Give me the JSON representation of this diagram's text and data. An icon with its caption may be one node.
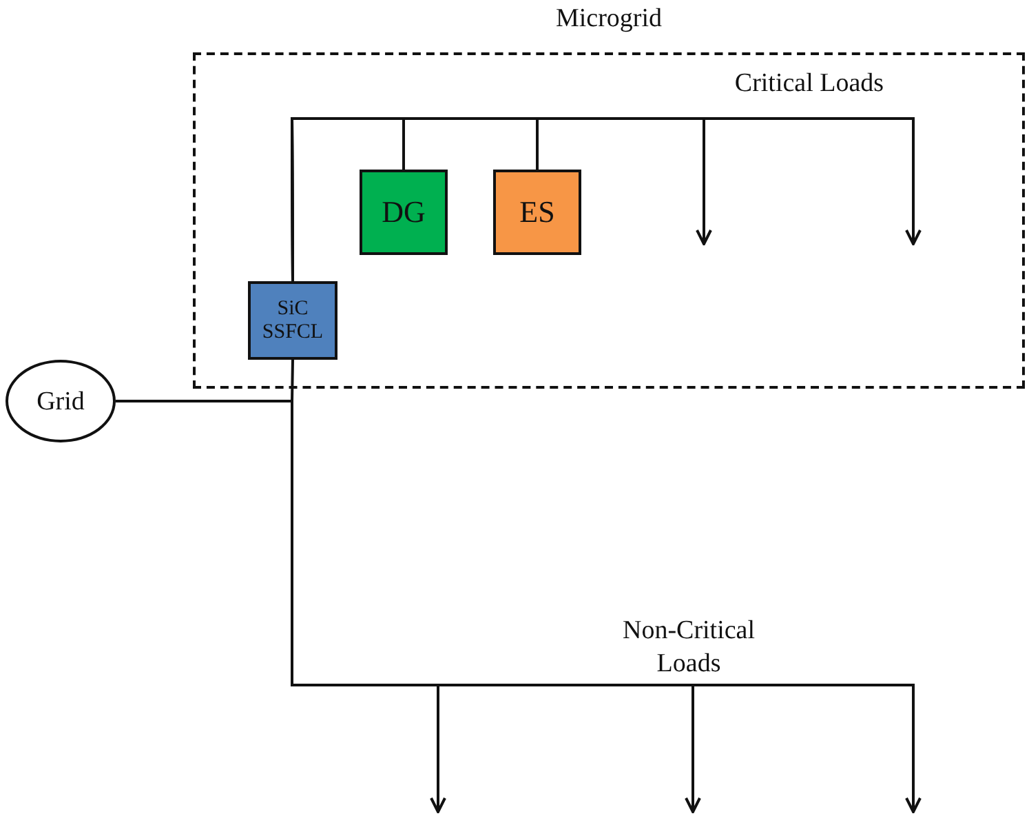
{
  "diagram": {
    "nodes": [
      {
        "text": [
          "Microgrid"
        ]
      },
      {
        "text": [
          "DG"
        ],
        "in": 0
      },
      {
        "text": [
          "ES"
        ],
        "in": 0
      },
      {
        "text": [
          "SiC SSFCL"
        ],
        "in": 0
      },
      {
        "text": [
          "Grid"
        ]
      }
    ],
    "edges": [
      {
        "from": 3,
        "to": 1,
        "arrow": "none"
      },
      {
        "from": 3,
        "to": 2,
        "arrow": "none"
      },
      {
        "from": 3,
        "to": null,
        "arrow": "to"
      },
      {
        "from": 3,
        "to": null,
        "arrow": "to"
      },
      {
        "from": 4,
        "to": 3,
        "arrow": "none"
      },
      {
        "from": 4,
        "to": null,
        "arrow": "to"
      },
      {
        "from": 4,
        "to": null,
        "arrow": "to"
      },
      {
        "from": 4,
        "to": null,
        "arrow": "to"
      }
    ],
    "labels": [
      "Critical Loads",
      "Non-Critical Loads"
    ]
  }
}
